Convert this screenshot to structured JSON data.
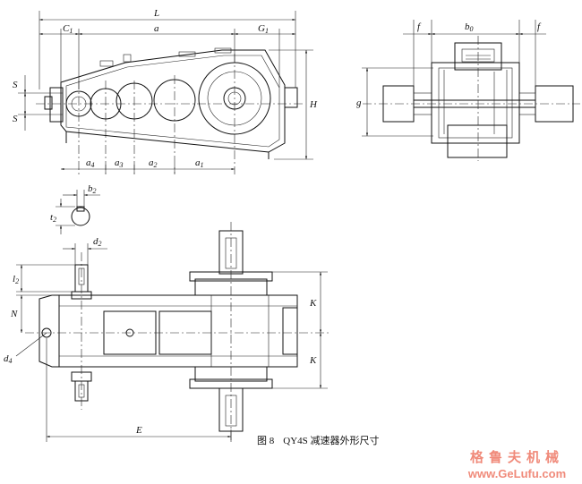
{
  "figure": {
    "caption_number": "图 8",
    "caption_text": "QY4S 减速器外形尺寸"
  },
  "labels": {
    "L": "L",
    "C1": "C",
    "C1_sub": "1",
    "a": "a",
    "G1": "G",
    "G1_sub": "1",
    "S_top": "S",
    "S_bottom": "S",
    "H": "H",
    "a4": "a",
    "a4_sub": "4",
    "a3": "a",
    "a3_sub": "3",
    "a2": "a",
    "a2_sub": "2",
    "a1": "a",
    "a1_sub": "1",
    "f_left": "f",
    "b0": "b",
    "b0_sub": "0",
    "f_right": "f",
    "g": "g",
    "b2": "b",
    "b2_sub": "2",
    "t2": "t",
    "t2_sub": "2",
    "d2": "d",
    "d2_sub": "2",
    "l2": "l",
    "l2_sub": "2",
    "N": "N",
    "K_top": "K",
    "K_bottom": "K",
    "d4": "d",
    "d4_sub": "4",
    "E": "E"
  },
  "watermark": {
    "name": "格鲁夫机械",
    "url": "www.GeLufu.com"
  }
}
